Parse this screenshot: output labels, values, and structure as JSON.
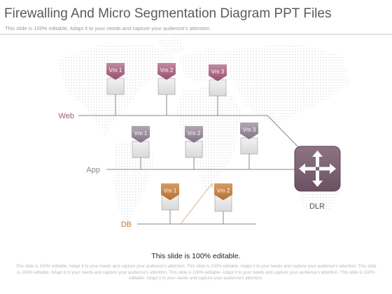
{
  "slide": {
    "title": "Firewalling And Micro Segmentation Diagram PPT Files",
    "subtitle": "This slide is 100% editable. Adapt it to your needs and capture your audience's attention.",
    "editable_note": "This slide is 100% editable.",
    "footer_text": "This slide is 100% editable. Adapt it to your needs and capture your audience's attention. This slide is 100% editable. Adapt it to your needs and capture your audience's attention. This slide is 100% editable. Adapt it to your needs and capture your audience's attention. This slide is 100% editable. Adapt it to your needs and capture your audience's attention. This slide is 100% editable. Adapt it to your needs and capture your audience's attention."
  },
  "diagram": {
    "layers": {
      "web": {
        "label": "Web",
        "color": "#a05a75",
        "vms": [
          "Vm 1",
          "Vm 2",
          "Vm 3"
        ]
      },
      "app": {
        "label": "App",
        "color": "#8f8090",
        "vms": [
          "Vm 1",
          "Vm 2",
          "Vm 3"
        ]
      },
      "db": {
        "label": "DB",
        "color": "#c07a3c",
        "vms": [
          "Vm 1",
          "Vm 2"
        ]
      }
    },
    "router": {
      "label": "DLR",
      "icon": "four-way-arrows-icon",
      "color": "#7a5e6e"
    }
  }
}
